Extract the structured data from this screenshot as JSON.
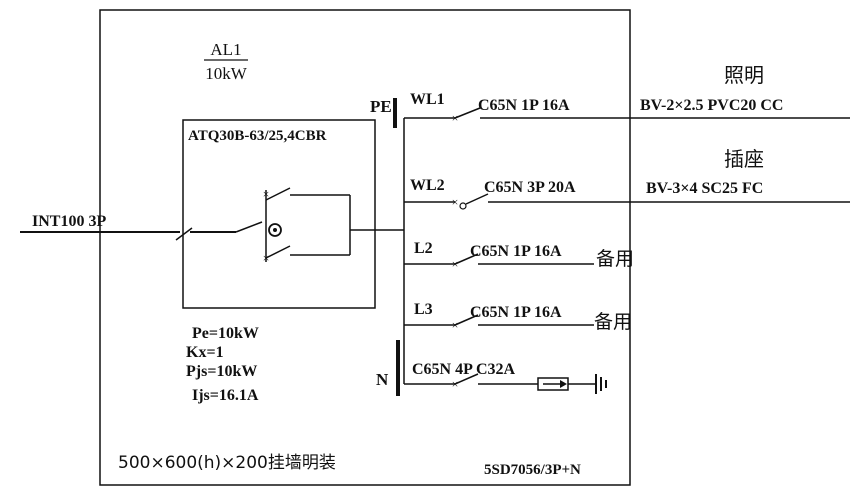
{
  "panel": {
    "name": "AL1",
    "power": "10kW",
    "install_note": "500×600(h)×200挂墙明装",
    "model_code": "5SD7056/3P+N"
  },
  "incoming": {
    "breaker": "INT100 3P"
  },
  "ats": {
    "label": "ATQ30B-63/25,4CBR"
  },
  "calc": {
    "pe": "Pe=10kW",
    "kx": "Kx=1",
    "pjs": "Pjs=10kW",
    "ijs": "Ijs=16.1A"
  },
  "bus": {
    "pe": "PE",
    "n": "N"
  },
  "circuits": [
    {
      "id": "WL1",
      "breaker": "C65N  1P  16A",
      "cable": "BV-2×2.5 PVC20 CC",
      "purpose": "照明"
    },
    {
      "id": "WL2",
      "breaker": "C65N  3P  20A",
      "cable": "BV-3×4 SC25  FC",
      "purpose": "插座"
    },
    {
      "id": "L2",
      "breaker": "C65N  1P  16A",
      "purpose": "备用"
    },
    {
      "id": "L3",
      "breaker": "C65N  1P  16A",
      "purpose": "备用"
    },
    {
      "id": "",
      "breaker": "C65N  4P  C32A"
    }
  ]
}
